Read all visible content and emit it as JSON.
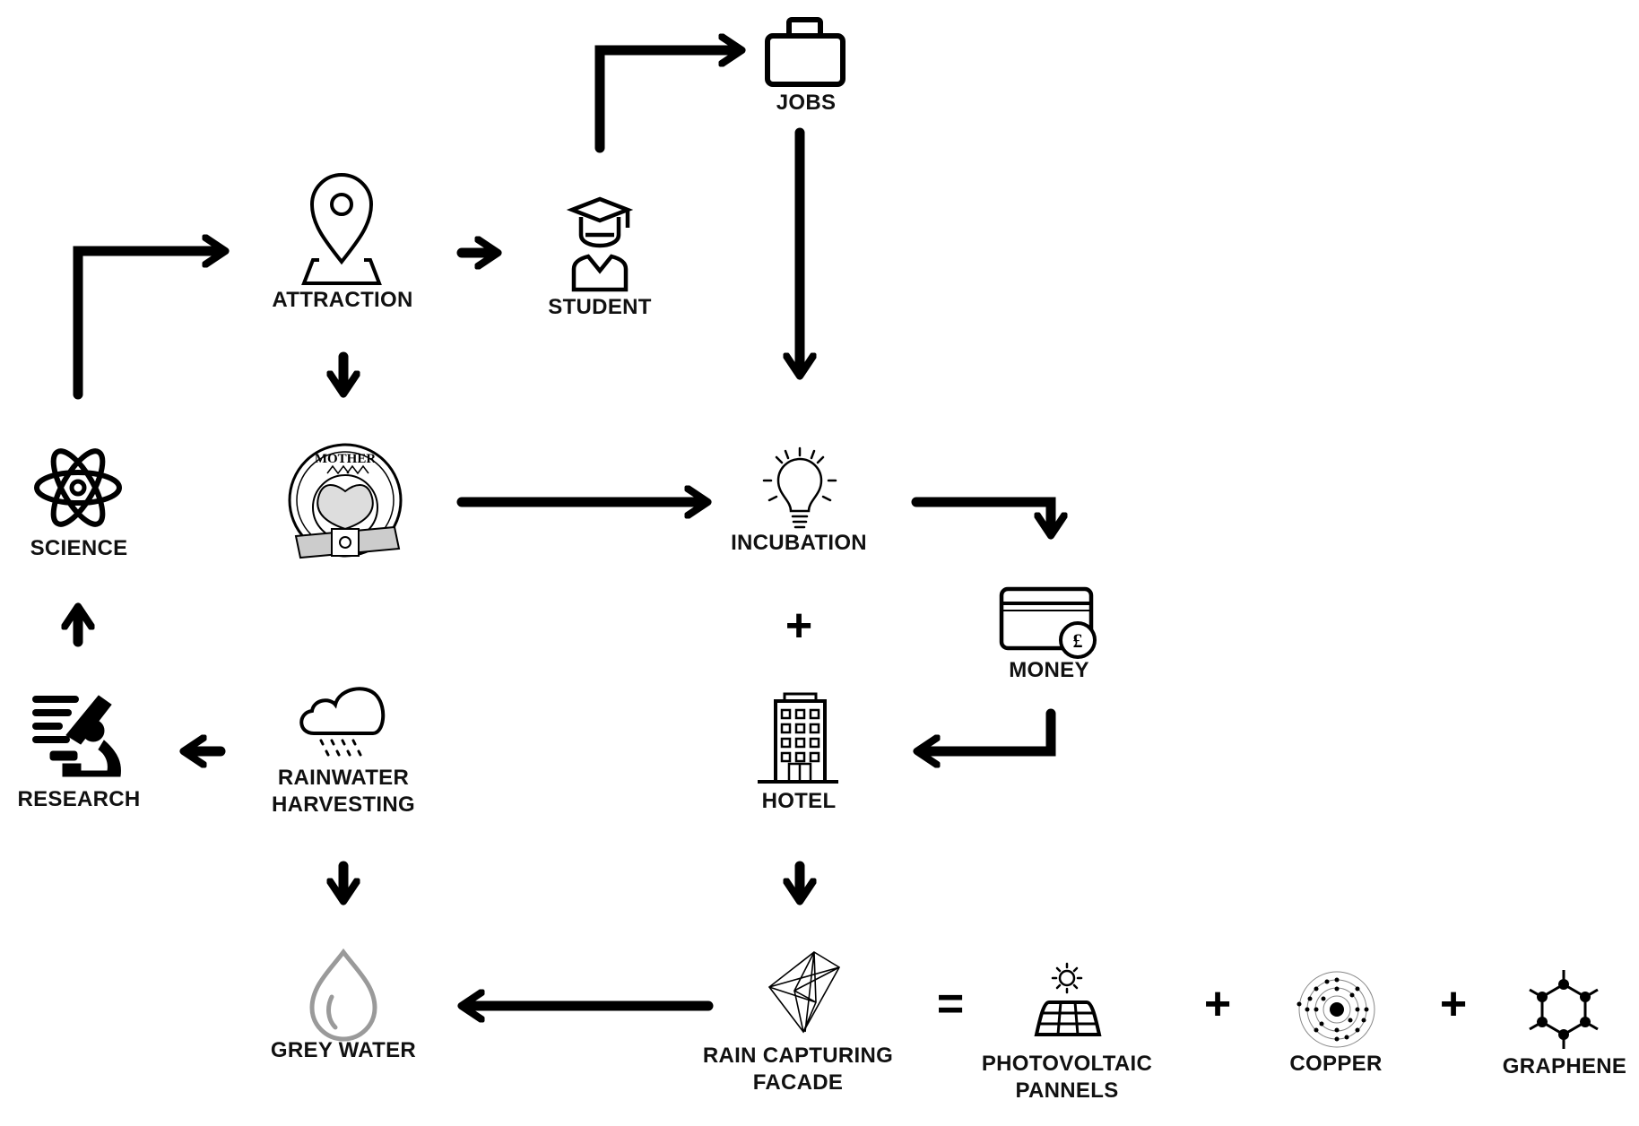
{
  "diagram": {
    "type": "flow-diagram",
    "nodes": {
      "jobs": {
        "label": "JOBS",
        "icon": "briefcase-icon"
      },
      "attraction": {
        "label": "ATTRACTION",
        "icon": "map-pin-icon"
      },
      "student": {
        "label": "STUDENT",
        "icon": "graduate-student-icon"
      },
      "mother_crest": {
        "label": "",
        "icon": "mother-crest-emblem",
        "emblem_text": "MOTHER"
      },
      "science": {
        "label": "SCIENCE",
        "icon": "atom-icon"
      },
      "incubation": {
        "label": "INCUBATION",
        "icon": "lightbulb-icon"
      },
      "money": {
        "label": "MONEY",
        "icon": "credit-card-pound-icon",
        "currency_symbol": "£"
      },
      "research": {
        "label": "RESEARCH",
        "icon": "microscope-icon"
      },
      "rainwater_harvesting": {
        "label_line1": "RAINWATER",
        "label_line2": "HARVESTING",
        "icon": "rain-cloud-icon"
      },
      "hotel": {
        "label": "HOTEL",
        "icon": "hotel-building-icon"
      },
      "grey_water": {
        "label": "GREY WATER",
        "icon": "water-drop-icon"
      },
      "rain_capturing_facade": {
        "label_line1": "RAIN CAPTURING",
        "label_line2": "FACADE",
        "icon": "faceted-facade-icon"
      },
      "photovoltaic_pannels": {
        "label_line1": "PHOTOVOLTAIC",
        "label_line2": "PANNELS",
        "icon": "solar-panel-icon"
      },
      "copper": {
        "label": "COPPER",
        "icon": "copper-atom-icon"
      },
      "graphene": {
        "label": "GRAPHENE",
        "icon": "graphene-hexagon-icon"
      }
    },
    "operators": {
      "incubation_plus_hotel": "+",
      "facade_equals": "=",
      "plus_copper": "+",
      "plus_graphene": "+"
    },
    "edges": [
      {
        "from": "science",
        "to": "attraction"
      },
      {
        "from": "attraction",
        "to": "student"
      },
      {
        "from": "student",
        "to": "jobs"
      },
      {
        "from": "jobs",
        "to": "incubation"
      },
      {
        "from": "attraction",
        "to": "mother_crest"
      },
      {
        "from": "mother_crest",
        "to": "incubation"
      },
      {
        "from": "incubation",
        "to": "money"
      },
      {
        "from": "money",
        "to": "hotel"
      },
      {
        "from": "hotel",
        "to": "rain_capturing_facade"
      },
      {
        "from": "rain_capturing_facade",
        "to": "grey_water"
      },
      {
        "from": "rainwater_harvesting",
        "to": "grey_water"
      },
      {
        "from": "rainwater_harvesting",
        "to": "research"
      },
      {
        "from": "research",
        "to": "science"
      }
    ],
    "colors": {
      "ink": "#000000",
      "label": "#111111",
      "grey_water_icon": "#9a9a9a",
      "background": "#ffffff"
    }
  }
}
